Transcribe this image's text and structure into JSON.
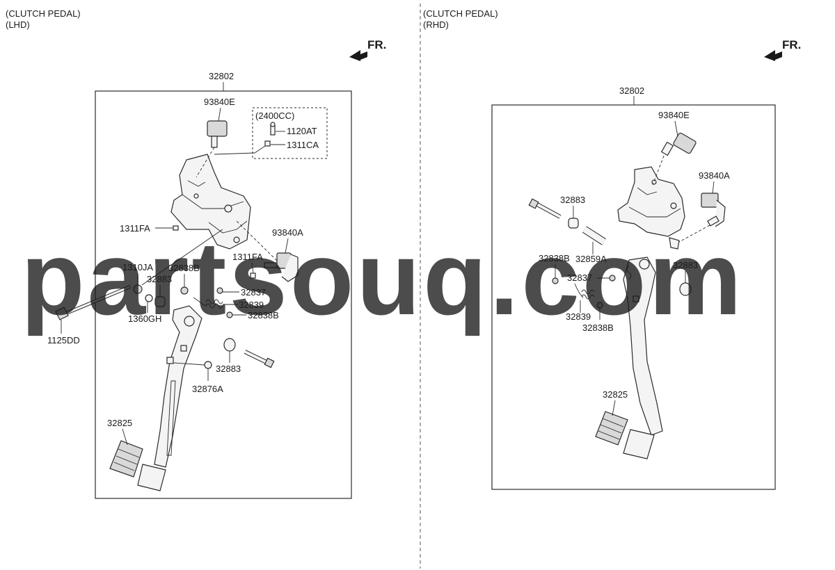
{
  "watermark": "partsouq.com",
  "direction_label": "FR.",
  "panels": {
    "lhd": {
      "title": "(CLUTCH PEDAL)",
      "subtitle": "(LHD)",
      "assembly": "32802",
      "variant_note": "(2400CC)",
      "labels": {
        "switch_top": "93840E",
        "bolt_1120": "1120AT",
        "clip_1311ca": "1311CA",
        "clip_1311fa_a": "1311FA",
        "switch_side": "93840A",
        "clip_1311fa_b": "1311FA",
        "nut_1310ja": "1310JA",
        "clip_32838b_a": "32838B",
        "bush_32883_a": "32883",
        "clip_32837": "32837",
        "spring_32839": "32839",
        "washer_1360gh": "1360GH",
        "clip_32838b_b": "32838B",
        "bolt_1125dd": "1125DD",
        "bush_32883_b": "32883",
        "pin_32876a": "32876A",
        "pad_32825": "32825"
      }
    },
    "rhd": {
      "title": "(CLUTCH PEDAL)",
      "subtitle": "(RHD)",
      "assembly": "32802",
      "labels": {
        "switch_top": "93840E",
        "switch_side": "93840A",
        "bush_32883_a": "32883",
        "clip_32838b_a": "32838B",
        "pin_32859a": "32859A",
        "bush_32883_b": "32883",
        "clip_32837": "32837",
        "spring_32839": "32839",
        "clip_32838b_b": "32838B",
        "pad_32825": "32825"
      }
    }
  }
}
